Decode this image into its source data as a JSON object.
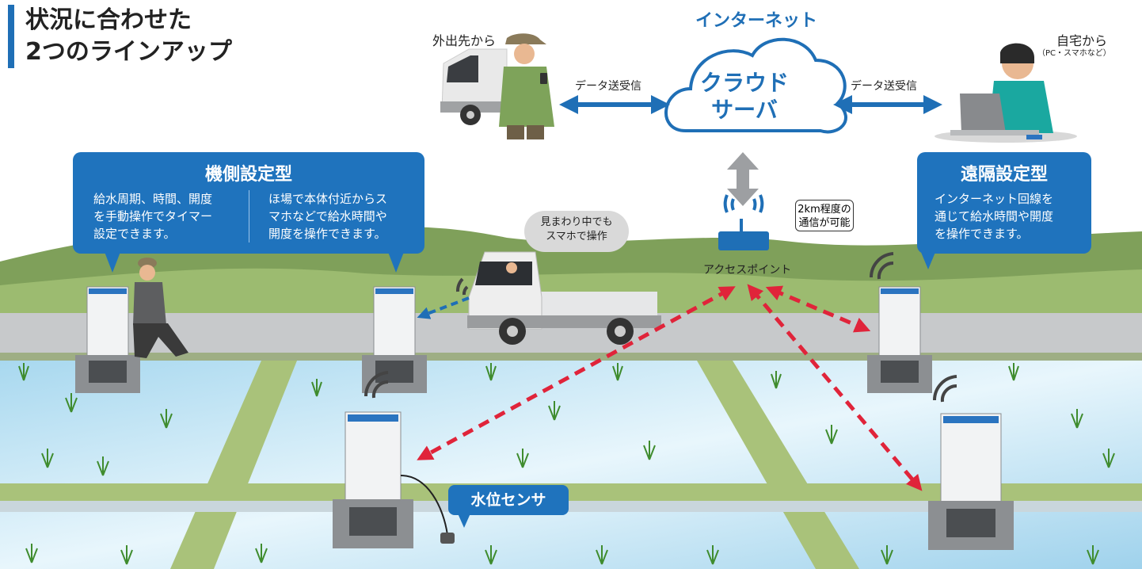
{
  "title": {
    "line1": "状況に合わせた",
    "line2": "2つのラインアップ"
  },
  "internet_label": "インターネット",
  "cloud": {
    "line1": "クラウド",
    "line2": "サーバ"
  },
  "outside": {
    "label": "外出先から"
  },
  "home": {
    "label": "自宅から",
    "sub": "（PC・スマホなど）"
  },
  "data_link": {
    "left": "データ送受信",
    "right": "データ送受信"
  },
  "local_type": {
    "title": "機側設定型",
    "desc_left": [
      "給水周期、時間、開度",
      "を手動操作でタイマー",
      "設定できます。"
    ],
    "desc_right": [
      "ほ場で本体付近からス",
      "マホなどで給水時間や",
      "開度を操作できます。"
    ]
  },
  "remote_type": {
    "title": "遠隔設定型",
    "desc": [
      "インターネット回線を",
      "通じて給水時間や開度",
      "を操作できます。"
    ]
  },
  "truck_speech": [
    "見まわり中でも",
    "スマホで操作"
  ],
  "range_callout": [
    "2km程度の",
    "通信が可能"
  ],
  "access_point": "アクセスポイント",
  "water_sensor": "水位センサ",
  "colors": {
    "accent_blue": "#1f73bd",
    "arrow_red": "#e0243a",
    "field_green": "#9fbd6a",
    "water": "#cfe9f5"
  }
}
